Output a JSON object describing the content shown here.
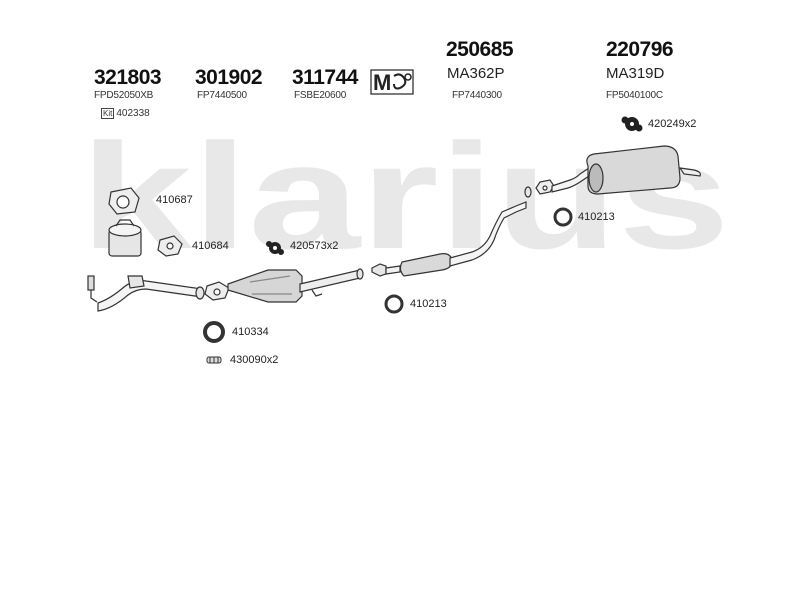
{
  "watermark": {
    "text": "klarius",
    "color": "#e6e6e6"
  },
  "header_parts": [
    {
      "number": "321803",
      "ref": "FPD52050XB"
    },
    {
      "number": "301902",
      "ref": "FP7440500"
    },
    {
      "number": "311744",
      "ref": "FSBE20600"
    },
    {
      "number": "250685",
      "code": "MA362P",
      "ref": "FP7440300"
    },
    {
      "number": "220796",
      "code": "MA319D",
      "ref": "FP5040100C"
    }
  ],
  "kit": {
    "badge": "Kit",
    "number": "402338"
  },
  "logo": {
    "text": "M"
  },
  "callouts": [
    {
      "id": "c1",
      "label": "410687",
      "icon": "gasket-icon"
    },
    {
      "id": "c2",
      "label": "410684",
      "icon": "flange-gasket-icon"
    },
    {
      "id": "c3",
      "label": "420573x2",
      "icon": "rubber-mount-icon"
    },
    {
      "id": "c4",
      "label": "420249x2",
      "icon": "rubber-mount-icon"
    },
    {
      "id": "c5",
      "label": "410213",
      "icon": "ring-gasket-icon"
    },
    {
      "id": "c6",
      "label": "410213",
      "icon": "ring-gasket-icon"
    },
    {
      "id": "c7",
      "label": "410334",
      "icon": "ring-gasket-icon"
    },
    {
      "id": "c8",
      "label": "430090x2",
      "icon": "clamp-icon"
    }
  ]
}
